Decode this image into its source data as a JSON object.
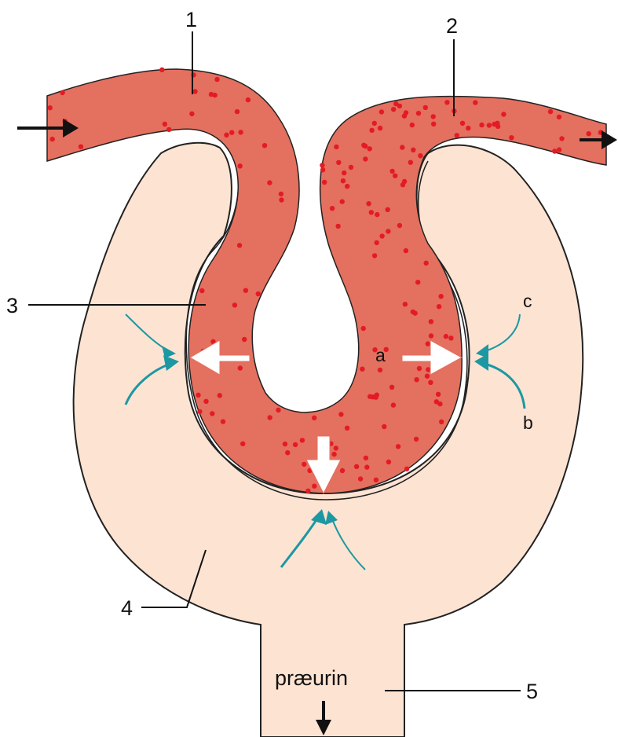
{
  "labels": {
    "one": "1",
    "two": "2",
    "three": "3",
    "four": "4",
    "five": "5",
    "a": "a",
    "b": "b",
    "c": "c",
    "praeurin": "præurin"
  },
  "colors": {
    "capillary": "#e4705f",
    "blood_dots": "#e31b25",
    "capsule_fill": "#fde3d2",
    "outline": "#222222",
    "reabsorption_arrows": "#1c98a2",
    "filtration_arrows": "#ffffff",
    "flow_arrows": "#111111"
  }
}
